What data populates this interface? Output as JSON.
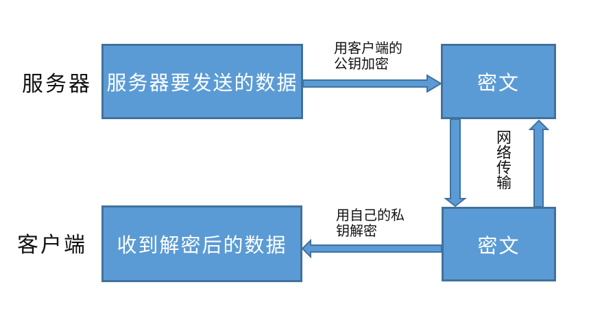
{
  "diagram": {
    "type": "flow-diagram",
    "topic": "asymmetric encryption data transfer between server and client",
    "colors": {
      "shape_fill": "#5b9bd5",
      "shape_border": "#41719c",
      "box_text": "#ffffff",
      "label_text": "#111111",
      "background": "#ffffff"
    },
    "row_labels": {
      "server": "服务器",
      "client": "客户端"
    },
    "boxes": {
      "server_data": "服务器要发送的数据",
      "cipher_top": "密文",
      "cipher_bottom": "密文",
      "client_data": "收到解密后的数据"
    },
    "arrow_labels": {
      "encrypt": {
        "line1": "用客户端的",
        "line2": "公钥加密"
      },
      "decrypt": {
        "line1": "用自己的私",
        "line2": "钥解密"
      },
      "network": "网络传输"
    },
    "arrows": [
      {
        "name": "encrypt",
        "from": "server_data",
        "to": "cipher_top",
        "direction": "right"
      },
      {
        "name": "network-send",
        "from": "cipher_top",
        "to": "cipher_bottom",
        "direction": "down"
      },
      {
        "name": "network-return",
        "from": "cipher_bottom",
        "to": "cipher_top",
        "direction": "up"
      },
      {
        "name": "decrypt",
        "from": "cipher_bottom",
        "to": "client_data",
        "direction": "left"
      }
    ]
  }
}
